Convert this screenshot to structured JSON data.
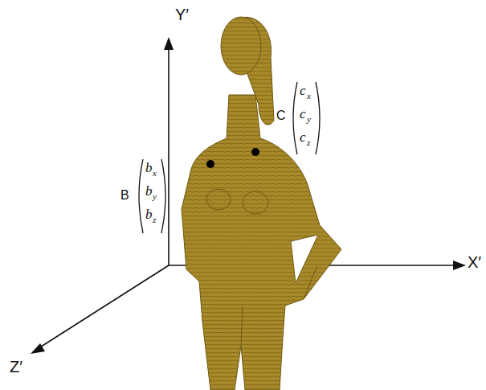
{
  "diagram": {
    "labels": [
      "Y′",
      "B",
      "b",
      "x",
      "b",
      "y",
      "b",
      "z",
      "C",
      "c",
      "x",
      "c",
      "y",
      "c",
      "z",
      "X′",
      "Z′"
    ]
  }
}
